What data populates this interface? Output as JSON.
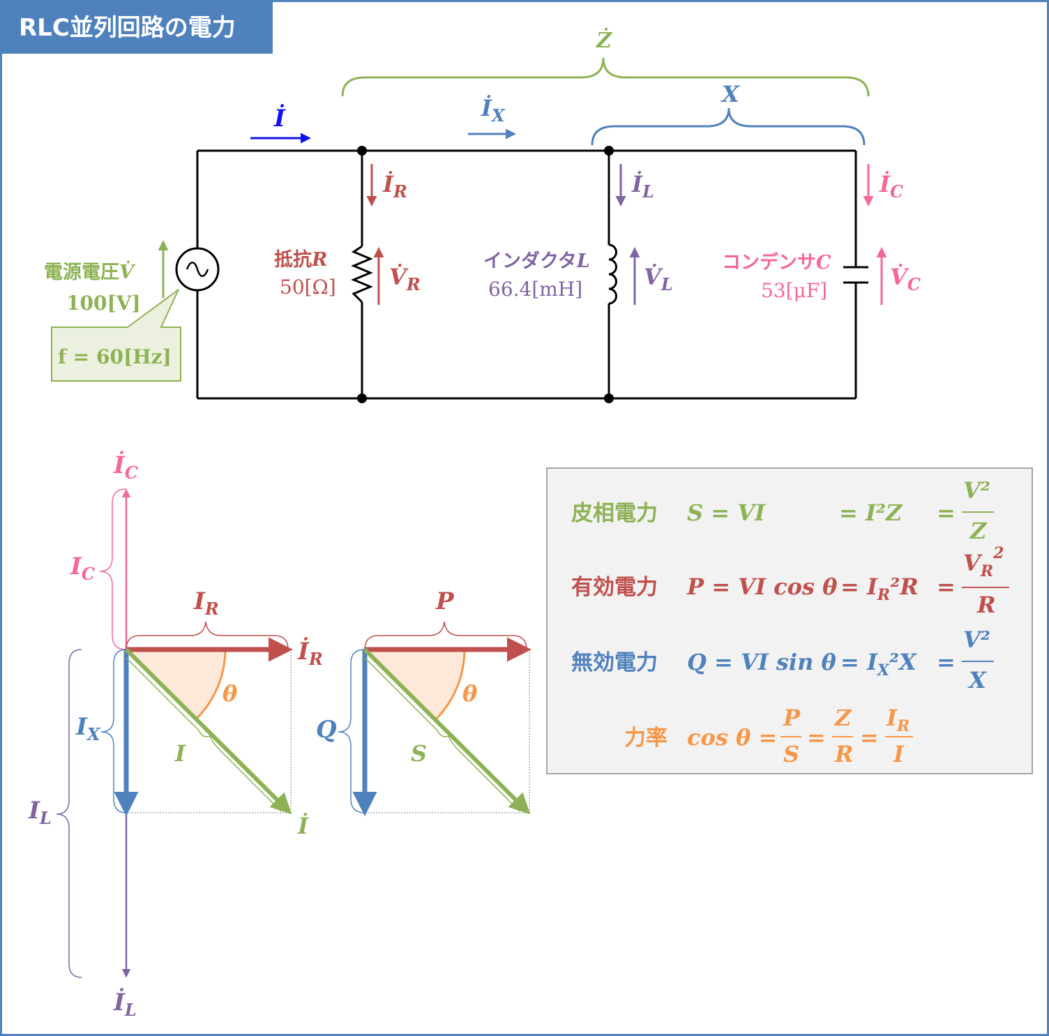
{
  "title": "RLC並列回路の電力",
  "colors": {
    "green": "#8db255",
    "blue": "#4f81bd",
    "red": "#c0504d",
    "purple": "#8064a2",
    "pink": "#f4679a",
    "orange": "#f79646",
    "bright_blue": "#1010f0"
  },
  "circuit": {
    "source": {
      "label": "電源電圧",
      "symbol": "V̇",
      "value": "100[V]",
      "freq_label": "f = 60[Hz]"
    },
    "resistor": {
      "label": "抵抗",
      "symbol": "R",
      "value": "50[Ω]"
    },
    "inductor": {
      "label": "インダクタ",
      "symbol": "L",
      "value": "66.4[mH]"
    },
    "capacitor": {
      "label": "コンデンサ",
      "symbol": "C",
      "value": "53[μF]"
    },
    "currents": {
      "I": "İ",
      "IX": "İ",
      "IX_sub": "X",
      "IR": "İ",
      "IR_sub": "R",
      "IL": "İ",
      "IL_sub": "L",
      "IC": "İ",
      "IC_sub": "C"
    },
    "voltages": {
      "VR": "V̇",
      "VR_sub": "R",
      "VL": "V̇",
      "VL_sub": "L",
      "VC": "V̇",
      "VC_sub": "C"
    },
    "brace_Z": "Ż",
    "brace_X": "X"
  },
  "phasor_current": {
    "IC_top": "İ",
    "IC_top_sub": "C",
    "IC_brace": "I",
    "IC_brace_sub": "C",
    "IR_brace": "I",
    "IR_brace_sub": "R",
    "IR_tip": "İ",
    "IR_tip_sub": "R",
    "IX_brace": "I",
    "IX_brace_sub": "X",
    "IL_brace": "I",
    "IL_brace_sub": "L",
    "I_brace": "I",
    "I_tip": "İ",
    "theta": "θ",
    "IL_bottom": "İ",
    "IL_bottom_sub": "L"
  },
  "phasor_power": {
    "P": "P",
    "Q": "Q",
    "S": "S",
    "theta": "θ"
  },
  "formulas": {
    "apparent": {
      "label": "皮相電力",
      "lhs": "S = VI",
      "eq2": "= I²Z",
      "eq3_eq": "=",
      "eq3_num": "V²",
      "eq3_den": "Z"
    },
    "active": {
      "label": "有効電力",
      "lhs": "P = VI cos θ",
      "eq2": "= I",
      "eq2_sub": "R",
      "eq2_tail": "²R",
      "eq3_eq": "=",
      "eq3_num": "V",
      "eq3_num_sub": "R",
      "eq3_num_sup": "2",
      "eq3_den": "R"
    },
    "reactive": {
      "label": "無効電力",
      "lhs": "Q = VI sin θ",
      "eq2": "= I",
      "eq2_sub": "X",
      "eq2_tail": "²X",
      "eq3_eq": "=",
      "eq3_num": "V²",
      "eq3_den": "X"
    },
    "pf": {
      "label": "力率",
      "lhs": "cos θ =",
      "f1_num": "P",
      "f1_den": "S",
      "f2_num": "Z",
      "f2_den": "R",
      "f3_num": "I",
      "f3_num_sub": "R",
      "f3_den": "I",
      "eq": "="
    }
  }
}
